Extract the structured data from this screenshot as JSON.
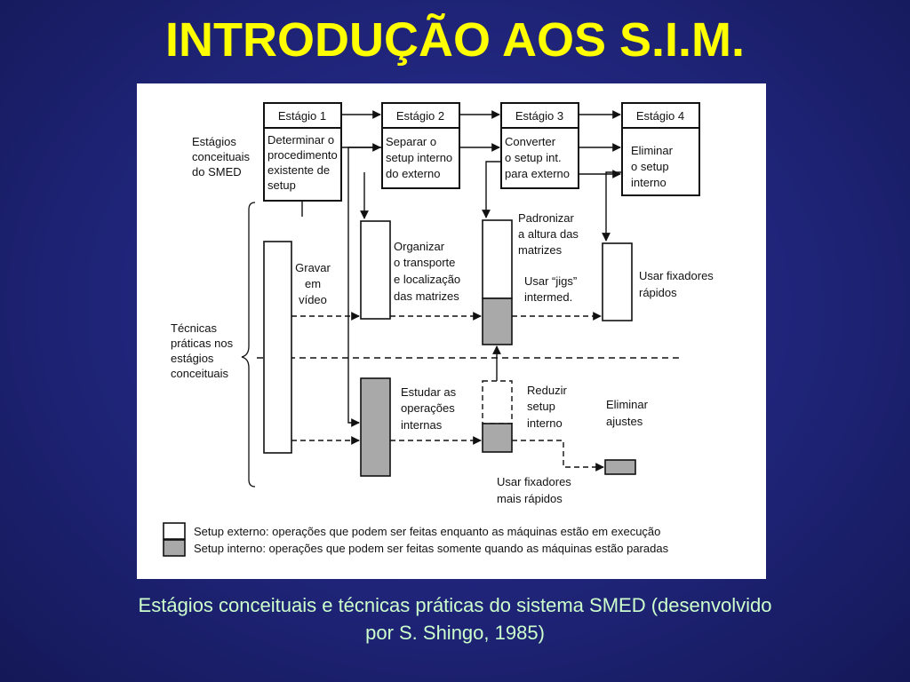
{
  "title": "INTRODUÇÃO AOS S.I.M.",
  "caption": {
    "line1": "Estágios conceituais e técnicas práticas do sistema SMED (desenvolvido",
    "line2": "por S. Shingo, 1985)"
  },
  "diagram": {
    "stages": [
      {
        "label": "Estágio 1",
        "lines": [
          "Determinar o",
          "procedimento",
          "existente de",
          "setup"
        ]
      },
      {
        "label": "Estágio 2",
        "lines": [
          "Separar o",
          "setup interno",
          "do externo"
        ]
      },
      {
        "label": "Estágio 3",
        "lines": [
          "Converter",
          "o setup int.",
          "para externo"
        ]
      },
      {
        "label": "Estágio 4",
        "lines": [
          "Eliminar",
          "o setup",
          "interno"
        ]
      }
    ],
    "left_labels": {
      "conceptual": [
        "Estágios",
        "conceituais",
        "do SMED"
      ],
      "practical": [
        "Técnicas",
        "práticas nos",
        "estágios",
        "conceituais"
      ]
    },
    "techniques": {
      "gravar": [
        "Gravar",
        "em",
        "vídeo"
      ],
      "organizar": [
        "Organizar",
        "o transporte",
        "e localização",
        "das matrizes"
      ],
      "estudar": [
        "Estudar as",
        "operações",
        "internas"
      ],
      "padronizar": [
        "Padronizar",
        "a altura das",
        "matrizes"
      ],
      "usar_jigs": [
        "Usar “jigs”",
        "intermed."
      ],
      "reduzir": [
        "Reduzir",
        "setup",
        "interno"
      ],
      "usar_fixadores_rapidos": [
        "Usar fixadores",
        "rápidos"
      ],
      "eliminar_ajustes": [
        "Eliminar",
        "ajustes"
      ],
      "usar_fixadores_mais": [
        "Usar fixadores",
        "mais rápidos"
      ]
    },
    "legend": {
      "external": "Setup externo: operações que podem ser feitas enquanto as máquinas estão em execução",
      "internal": "Setup interno: operações que podem ser feitas somente quando as máquinas estão paradas"
    },
    "colors": {
      "internal_fill": "#a9a9a9",
      "external_fill": "#ffffff"
    }
  }
}
